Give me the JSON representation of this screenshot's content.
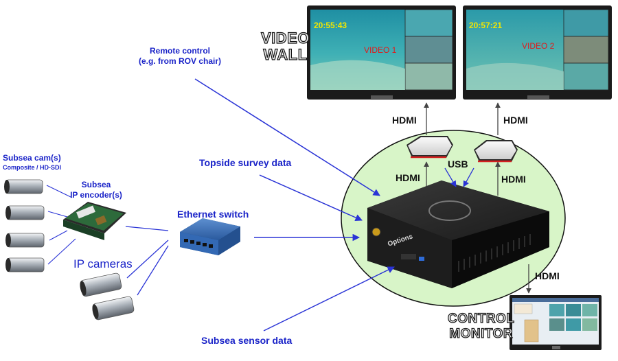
{
  "labels": {
    "video_wall_line1": "VIDEO",
    "video_wall_line2": "WALL",
    "remote_control_line1": "Remote control",
    "remote_control_line2": "(e.g. from ROV chair)",
    "topside_survey": "Topside survey data",
    "subsea_sensor": "Subsea sensor data",
    "subsea_cams": "Subsea cam(s)",
    "subsea_cams_sub": "Composite / HD-SDI",
    "subsea_encoder_line1": "Subsea",
    "subsea_encoder_line2": "IP encoder(s)",
    "ethernet_switch": "Ethernet switch",
    "ip_cameras": "IP cameras",
    "control_monitor_line1": "CONTROL",
    "control_monitor_line2": "MONITOR"
  },
  "connections": {
    "hdmi_monitor1": "HDMI",
    "hdmi_monitor2": "HDMI",
    "hdmi_capture1": "HDMI",
    "hdmi_capture2": "HDMI",
    "usb": "USB",
    "hdmi_control": "HDMI"
  },
  "monitors": {
    "screen1_time": "20:55:43",
    "screen1_label": "VIDEO 1",
    "screen2_time": "20:57:21",
    "screen2_label": "VIDEO 2"
  },
  "device": {
    "logo_text": "Options"
  },
  "colors": {
    "label_blue": "#1a23c8",
    "arrow_blue": "#2a34d6",
    "hub_fill": "#d8f5c8",
    "overlay_red": "#e01b1b",
    "overlay_yellow": "#f2e600"
  }
}
